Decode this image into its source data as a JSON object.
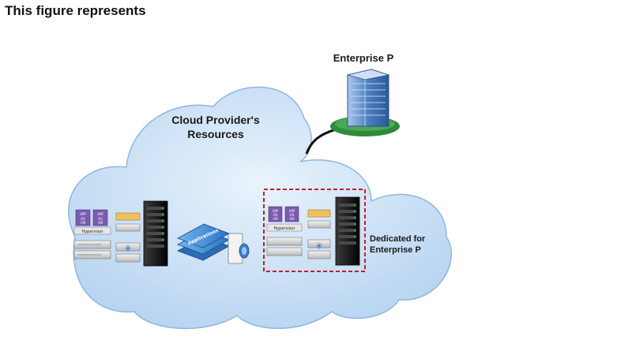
{
  "header": {
    "question": "This figure represents"
  },
  "figure": {
    "cloud_label_line1": "Cloud Provider's",
    "cloud_label_line2": "Resources",
    "enterprise_label": "Enterprise P",
    "dedicated_line1": "Dedicated for",
    "dedicated_line2": "Enterprise P",
    "applications_label": "Applications",
    "hypervisor_label": "Hypervisor",
    "vm_app": "APP",
    "vm_os": "OS",
    "vm_vm": "VM",
    "colors": {
      "cloud_fill": "#cfe3f7",
      "cloud_stroke": "#8fb6de",
      "dedicated_border": "#c0202a",
      "building": "#5f8ec9",
      "building_base": "#2f8a3a",
      "vm_purple": "#7b5bb0",
      "applications_blue": "#3a8ad6"
    }
  }
}
